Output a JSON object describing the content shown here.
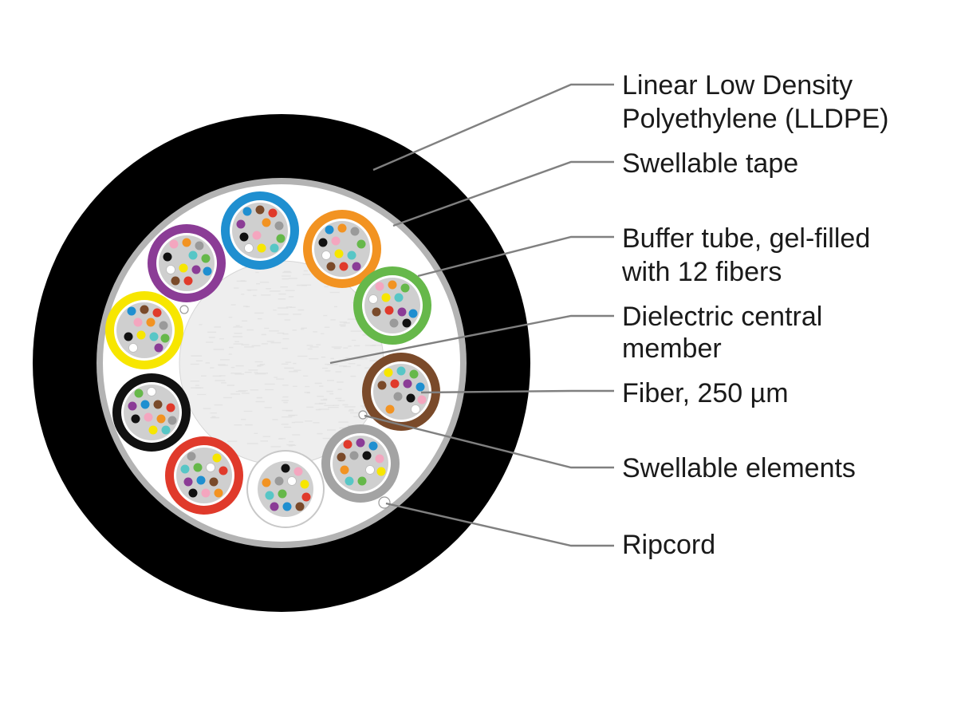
{
  "labels": {
    "lldpe_line1": "Linear Low Density",
    "lldpe_line2": "Polyethylene (LLDPE)",
    "swellable_tape": "Swellable tape",
    "buffer_tube_line1": "Buffer tube, gel-filled",
    "buffer_tube_line2": "with 12 fibers",
    "central_member_line1": "Dielectric central",
    "central_member_line2": "member",
    "fiber": "Fiber, 250 µm",
    "swellable_elements": "Swellable elements",
    "ripcord": "Ripcord"
  },
  "colors": {
    "jacket": "#000000",
    "tape": "#b3b3b3",
    "core_fill": "#ffffff",
    "central_member": "#eeeeee",
    "leader_line": "#808080",
    "tube_gel": "#cfcfcf"
  },
  "buffer_tubes": [
    {
      "name": "blue",
      "color": "#1f8fd0"
    },
    {
      "name": "orange",
      "color": "#f29322"
    },
    {
      "name": "green",
      "color": "#66b84a"
    },
    {
      "name": "brown",
      "color": "#7a4a2a"
    },
    {
      "name": "slate",
      "color": "#a3a3a3"
    },
    {
      "name": "white",
      "color": "#ffffff"
    },
    {
      "name": "red",
      "color": "#e03a2b"
    },
    {
      "name": "black",
      "color": "#111111"
    },
    {
      "name": "yellow",
      "color": "#f7e600"
    },
    {
      "name": "violet",
      "color": "#8b3c96"
    }
  ],
  "fiber_colors": [
    "#1f8fd0",
    "#f29322",
    "#66b84a",
    "#7a4a2a",
    "#9a9a9a",
    "#ffffff",
    "#e03a2b",
    "#111111",
    "#f7e600",
    "#8b3c96",
    "#f4a6bf",
    "#57c6c6"
  ]
}
